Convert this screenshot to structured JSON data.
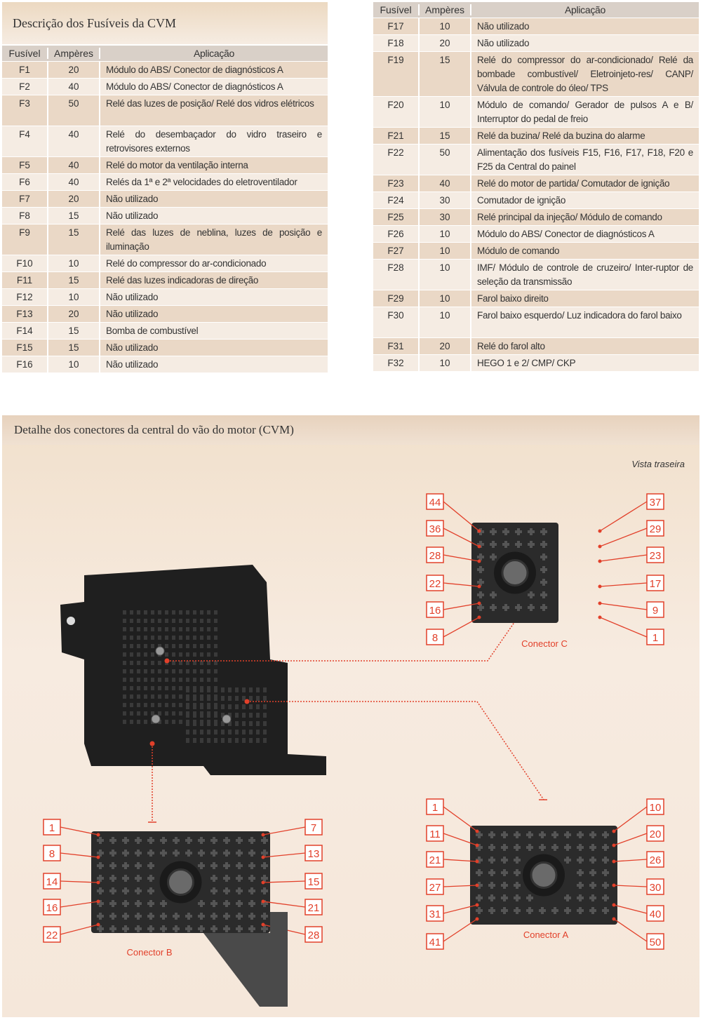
{
  "left_table": {
    "title": "Descrição dos Fusíveis  da CVM",
    "headers": [
      "Fusível",
      "Ampères",
      "Aplicação"
    ],
    "rows": [
      {
        "fuse": "F1",
        "amps": "20",
        "application": "Módulo do ABS/ Conector de diagnósticos A",
        "lines": 1
      },
      {
        "fuse": "F2",
        "amps": "40",
        "application": "Módulo do ABS/ Conector de diagnósticos A",
        "lines": 1
      },
      {
        "fuse": "F3",
        "amps": "50",
        "application": "Relé das luzes de posição/ Relé dos vidros elétricos",
        "lines": 2
      },
      {
        "fuse": "F4",
        "amps": "40",
        "application": "Relé do desembaçador do vidro traseiro e retrovisores externos",
        "lines": 2
      },
      {
        "fuse": "F5",
        "amps": "40",
        "application": "Relé do motor da ventilação interna",
        "lines": 1
      },
      {
        "fuse": "F6",
        "amps": "40",
        "application": "Relés da 1ª e 2ª velocidades do eletroventilador",
        "lines": 1
      },
      {
        "fuse": "F7",
        "amps": "20",
        "application": "Não utilizado",
        "lines": 1
      },
      {
        "fuse": "F8",
        "amps": "15",
        "application": "Não utilizado",
        "lines": 1
      },
      {
        "fuse": "F9",
        "amps": "15",
        "application": "Relé das luzes de neblina, luzes de posição e iluminação",
        "lines": 2
      },
      {
        "fuse": "F10",
        "amps": "10",
        "application": "Relé do compressor do ar-condicionado",
        "lines": 1
      },
      {
        "fuse": "F11",
        "amps": "15",
        "application": "Relé das luzes indicadoras de direção",
        "lines": 1
      },
      {
        "fuse": "F12",
        "amps": "10",
        "application": "Não utilizado",
        "lines": 1
      },
      {
        "fuse": "F13",
        "amps": "20",
        "application": "Não utilizado",
        "lines": 1
      },
      {
        "fuse": "F14",
        "amps": "15",
        "application": "Bomba de combustível",
        "lines": 1
      },
      {
        "fuse": "F15",
        "amps": "15",
        "application": "Não utilizado",
        "lines": 1
      },
      {
        "fuse": "F16",
        "amps": "10",
        "application": "Não utilizado",
        "lines": 1
      }
    ]
  },
  "right_table": {
    "headers": [
      "Fusível",
      "Ampères",
      "Aplicação"
    ],
    "rows": [
      {
        "fuse": "F17",
        "amps": "10",
        "application": "Não utilizado",
        "lines": 1
      },
      {
        "fuse": "F18",
        "amps": "20",
        "application": "Não utilizado",
        "lines": 1
      },
      {
        "fuse": "F19",
        "amps": "15",
        "application": "Relé do compressor do ar-condicionado/ Relé da bombade combustível/ Eletroinjeto-res/ CANP/ Válvula de controle do óleo/ TPS",
        "lines": 3
      },
      {
        "fuse": "F20",
        "amps": "10",
        "application": "Módulo de comando/ Gerador de pulsos A e B/ Interruptor do pedal de freio",
        "lines": 2
      },
      {
        "fuse": "F21",
        "amps": "15",
        "application": "Relé da buzina/ Relé da buzina do alarme",
        "lines": 1
      },
      {
        "fuse": "F22",
        "amps": "50",
        "application": "Alimentação dos fusíveis F15, F16, F17, F18, F20 e F25 da Central do painel",
        "lines": 2
      },
      {
        "fuse": "F23",
        "amps": "40",
        "application": "Relé do motor de partida/ Comutador de ignição",
        "lines": 1
      },
      {
        "fuse": "F24",
        "amps": "30",
        "application": "Comutador de ignição",
        "lines": 1
      },
      {
        "fuse": "F25",
        "amps": "30",
        "application": "Relé principal da injeção/ Módulo de comando",
        "lines": 1
      },
      {
        "fuse": "F26",
        "amps": "10",
        "application": "Módulo do ABS/ Conector de diagnósticos A",
        "lines": 1
      },
      {
        "fuse": "F27",
        "amps": "10",
        "application": "Módulo de comando",
        "lines": 1
      },
      {
        "fuse": "F28",
        "amps": "10",
        "application": "IMF/ Módulo de controle de cruzeiro/ Inter-ruptor de seleção da transmissão",
        "lines": 2
      },
      {
        "fuse": "F29",
        "amps": "10",
        "application": "Farol baixo direito",
        "lines": 1
      },
      {
        "fuse": "F30",
        "amps": "10",
        "application": "Farol baixo esquerdo/ Luz indicadora do farol baixo",
        "lines": 2
      },
      {
        "fuse": "F31",
        "amps": "20",
        "application": "Relé do farol alto",
        "lines": 1
      },
      {
        "fuse": "F32",
        "amps": "10",
        "application": "HEGO 1 e 2/ CMP/ CKP",
        "lines": 1
      }
    ]
  },
  "diagram": {
    "title": "Detalhe dos conectores da central do vão do motor (CVM)",
    "view_label": "Vista traseira",
    "accent_color": "#e2402a",
    "connector_c": {
      "name": "Conector C",
      "left_pins": [
        "44",
        "36",
        "28",
        "22",
        "16",
        "8"
      ],
      "right_pins": [
        "37",
        "29",
        "23",
        "17",
        "9",
        "1"
      ]
    },
    "connector_b": {
      "name": "Conector B",
      "left_pins": [
        "1",
        "8",
        "14",
        "16",
        "22"
      ],
      "right_pins": [
        "7",
        "13",
        "15",
        "21",
        "28"
      ]
    },
    "connector_a": {
      "name": "Conector A",
      "left_pins": [
        "1",
        "11",
        "21",
        "27",
        "31",
        "41"
      ],
      "right_pins": [
        "10",
        "20",
        "26",
        "30",
        "40",
        "50"
      ]
    }
  }
}
